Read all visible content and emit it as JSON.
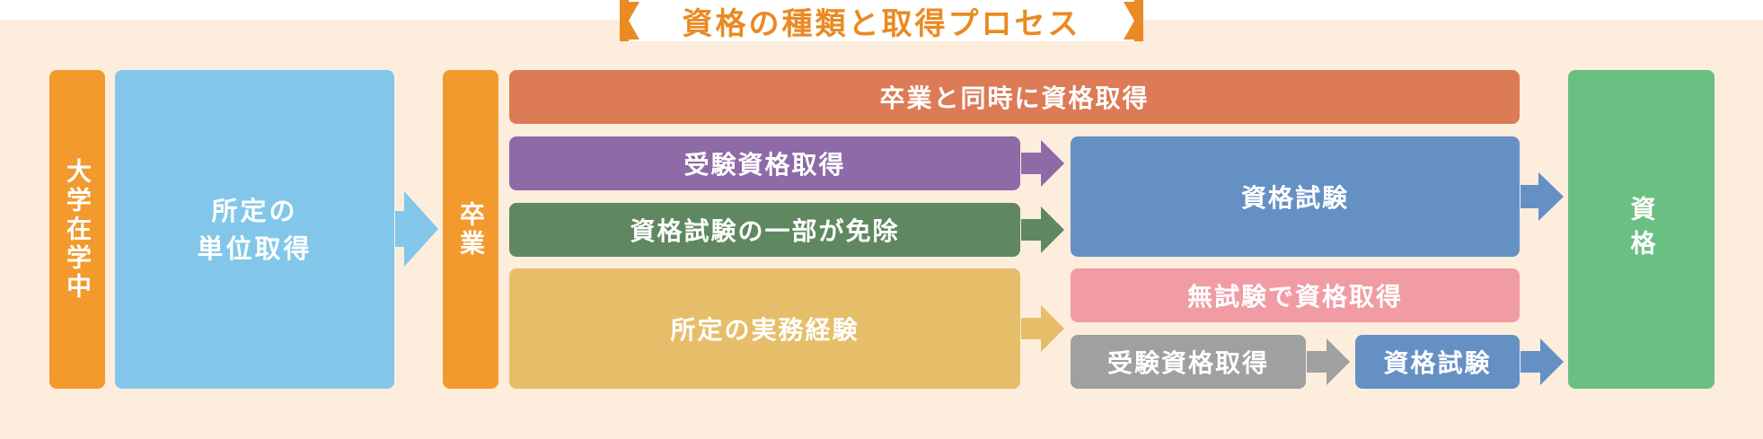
{
  "title": "資格の種類と取得プロセス",
  "colors": {
    "background": "#fdeddd",
    "orange": "#f29a2e",
    "light_blue": "#82c7e9",
    "salmon": "#dc7b56",
    "purple": "#8e6aa6",
    "dark_green": "#5f8860",
    "yellow": "#e6be6a",
    "blue": "#6590c4",
    "pink": "#f19ca4",
    "gray": "#9fa0a0",
    "green": "#6abf82"
  },
  "nodes": {
    "university": "大学在学中",
    "credits": "所定の\n単位取得",
    "graduation": "卒業",
    "graduation_qualify": "卒業と同時に資格取得",
    "exam_eligibility": "受験資格取得",
    "partial_exemption": "資格試験の一部が免除",
    "work_experience": "所定の実務経験",
    "exam": "資格試験",
    "no_exam": "無試験で資格取得",
    "exam_eligibility_2": "受験資格取得",
    "exam_2": "資格試験",
    "qualification": "資格"
  }
}
